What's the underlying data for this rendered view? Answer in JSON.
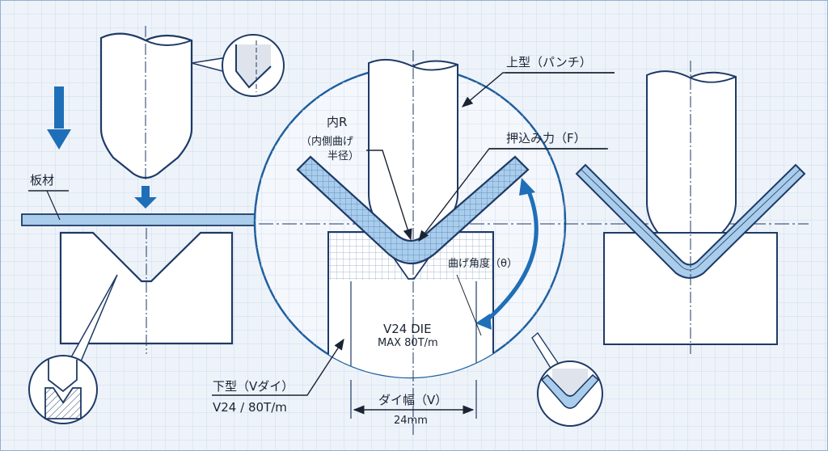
{
  "labels": {
    "sheet": "板材",
    "punch": "上型（パンチ）",
    "inner_r": "内R",
    "inner_r_sub1": "（内側曲げ",
    "inner_r_sub2": "半径）",
    "force": "押込み力（F）",
    "bend_angle": "曲げ角度（θ）",
    "die_name": "V24 DIE",
    "die_max": "MAX 80T/m",
    "lower_die": "下型（Vダイ）",
    "lower_die_spec": "V24 / 80T/m",
    "die_width": "ダイ幅（V）",
    "die_width_value": "24mm"
  },
  "colors": {
    "background": "#eef3fa",
    "grid": "#cfdbeb",
    "outline": "#1e3a66",
    "accent_blue": "#1f6fb8",
    "sheet_fill": "#a9cdeb",
    "text": "#1b2433"
  },
  "stages": [
    {
      "name": "before-bending",
      "desc": "punch above flat sheet on V-die"
    },
    {
      "name": "bending-detail",
      "desc": "magnified circle showing bend"
    },
    {
      "name": "after-bending",
      "desc": "sheet bent into V shape"
    }
  ]
}
